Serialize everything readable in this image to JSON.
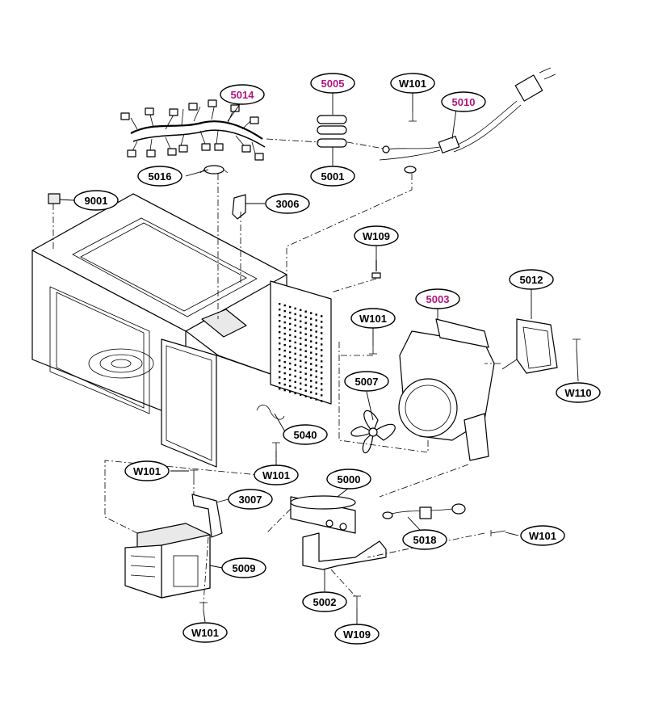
{
  "colors": {
    "line": "#000000",
    "highlight": "#b0157f",
    "background": "#ffffff"
  },
  "callouts": [
    {
      "id": "5014",
      "label": "5014",
      "highlight": true
    },
    {
      "id": "5005",
      "label": "5005",
      "highlight": true
    },
    {
      "id": "W101-a",
      "label": "W101",
      "highlight": false
    },
    {
      "id": "5010",
      "label": "5010",
      "highlight": true
    },
    {
      "id": "5001",
      "label": "5001",
      "highlight": false
    },
    {
      "id": "5016",
      "label": "5016",
      "highlight": false
    },
    {
      "id": "9001",
      "label": "9001",
      "highlight": false
    },
    {
      "id": "3006",
      "label": "3006",
      "highlight": false
    },
    {
      "id": "W109-a",
      "label": "W109",
      "highlight": false
    },
    {
      "id": "5012",
      "label": "5012",
      "highlight": false
    },
    {
      "id": "5003",
      "label": "5003",
      "highlight": true
    },
    {
      "id": "W101-b",
      "label": "W101",
      "highlight": false
    },
    {
      "id": "5007",
      "label": "5007",
      "highlight": false
    },
    {
      "id": "W110",
      "label": "W110",
      "highlight": false
    },
    {
      "id": "5040",
      "label": "5040",
      "highlight": false
    },
    {
      "id": "W101-c",
      "label": "W101",
      "highlight": false
    },
    {
      "id": "W101-d",
      "label": "W101",
      "highlight": false
    },
    {
      "id": "5000",
      "label": "5000",
      "highlight": false
    },
    {
      "id": "3007",
      "label": "3007",
      "highlight": false
    },
    {
      "id": "5018",
      "label": "5018",
      "highlight": false
    },
    {
      "id": "W101-e",
      "label": "W101",
      "highlight": false
    },
    {
      "id": "5009",
      "label": "5009",
      "highlight": false
    },
    {
      "id": "5002",
      "label": "5002",
      "highlight": false
    },
    {
      "id": "W101-f",
      "label": "W101",
      "highlight": false
    },
    {
      "id": "W109-b",
      "label": "W109",
      "highlight": false
    }
  ]
}
